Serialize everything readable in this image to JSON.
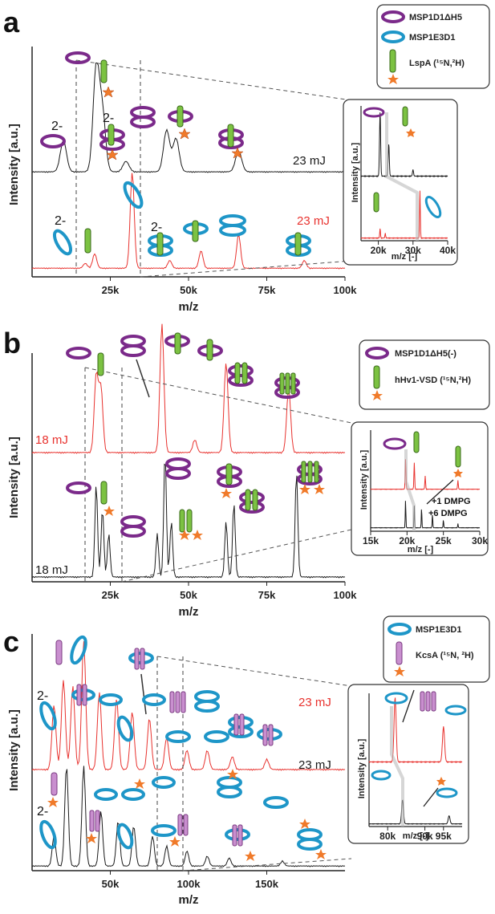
{
  "panels": [
    {
      "letter": "a",
      "xlabel": "m/z",
      "ylabel": "Intensity [a.u.]",
      "legend": [
        "MSP1D1ΔH5",
        "MSP1E3D1",
        "LspA (¹⁵N,²H)"
      ],
      "top_energy": "23 mJ",
      "bottom_energy": "23 mJ",
      "charge_labels": [
        "2-",
        "2-",
        "2-",
        "2-"
      ],
      "inset": {
        "ylabel": "Intensity [a.u.]",
        "xlabel": "m/z [-]"
      }
    },
    {
      "letter": "b",
      "xlabel": "m/z",
      "ylabel": "Intensity [a.u.]",
      "legend": [
        "MSP1D1ΔH5(-)",
        "hHv1-VSD (¹⁵N,²H)"
      ],
      "top_energy": "18 mJ",
      "bottom_energy": "18 mJ",
      "inset": {
        "ylabel": "Intensity [a.u.]",
        "xlabel": "m/z [-]",
        "annotations": [
          "+1 DMPG",
          "+6 DMPG"
        ]
      }
    },
    {
      "letter": "c",
      "xlabel": "m/z",
      "ylabel": "Intensity [a.u.]",
      "legend": [
        "MSP1E3D1",
        "KcsA (¹⁵N, ²H)"
      ],
      "top_energy": "23 mJ",
      "bottom_energy": "23 mJ",
      "charge_labels": [
        "2-",
        "2-"
      ],
      "inset": {
        "ylabel": "Intensity [a.u.]",
        "xlabel": "m/z [-]"
      }
    }
  ],
  "colors": {
    "red": "#e8322e",
    "black": "#1a1a1a",
    "purple": "#7b2a8a",
    "blue": "#1e96c8",
    "green": "#7cc242",
    "pink": "#c98fcf",
    "star": "#f07a2a"
  },
  "chart_data": [
    {
      "type": "line",
      "panel": "a",
      "xlim": [
        0,
        100000
      ],
      "x_ticks": [
        "25k",
        "50k",
        "75k",
        "100k"
      ],
      "x_tick_values": [
        25000,
        50000,
        75000,
        100000
      ],
      "xlabel": "m/z",
      "ylabel": "Intensity [a.u.]",
      "series": [
        {
          "name": "23 mJ",
          "color": "#1a1a1a",
          "peaks": [
            [
              10000,
              0.3
            ],
            [
              20500,
              1.0
            ],
            [
              22500,
              0.55
            ],
            [
              30000,
              0.1
            ],
            [
              43000,
              0.4
            ],
            [
              46000,
              0.32
            ],
            [
              66000,
              0.2
            ]
          ]
        },
        {
          "name": "23 mJ",
          "color": "#e8322e",
          "peaks": [
            [
              17000,
              0.05
            ],
            [
              20000,
              0.15
            ],
            [
              32000,
              1.0
            ],
            [
              44000,
              0.08
            ],
            [
              54000,
              0.18
            ],
            [
              66000,
              0.35
            ],
            [
              87000,
              0.08
            ]
          ]
        }
      ],
      "inset": {
        "xlim": [
          15000,
          40000
        ],
        "x_ticks": [
          "20k",
          "30k",
          "40k"
        ],
        "x_tick_values": [
          20000,
          30000,
          40000
        ],
        "series": [
          {
            "color": "#1a1a1a",
            "peaks": [
              [
                20500,
                1.0
              ],
              [
                23000,
                0.5
              ],
              [
                30000,
                0.1
              ]
            ]
          },
          {
            "color": "#e8322e",
            "peaks": [
              [
                20500,
                0.2
              ],
              [
                22000,
                0.1
              ],
              [
                32000,
                1.0
              ]
            ]
          }
        ]
      }
    },
    {
      "type": "line",
      "panel": "b",
      "xlim": [
        0,
        100000
      ],
      "x_ticks": [
        "25k",
        "50k",
        "75k",
        "100k"
      ],
      "x_tick_values": [
        25000,
        50000,
        75000,
        100000
      ],
      "xlabel": "m/z",
      "ylabel": "Intensity [a.u.]",
      "series": [
        {
          "name": "18 mJ",
          "color": "#e8322e",
          "peaks": [
            [
              20500,
              0.6
            ],
            [
              22000,
              0.5
            ],
            [
              41500,
              1.0
            ],
            [
              52000,
              0.1
            ],
            [
              62000,
              0.7
            ],
            [
              82000,
              0.5
            ]
          ]
        },
        {
          "name": "18 mJ",
          "color": "#1a1a1a",
          "peaks": [
            [
              20500,
              0.75
            ],
            [
              22500,
              0.55
            ],
            [
              24500,
              0.35
            ],
            [
              40000,
              0.35
            ],
            [
              42500,
              1.0
            ],
            [
              44500,
              0.45
            ],
            [
              62000,
              0.45
            ],
            [
              64500,
              0.6
            ],
            [
              84500,
              0.85
            ]
          ]
        }
      ],
      "inset": {
        "xlim": [
          15000,
          30000
        ],
        "x_ticks": [
          "15k",
          "20k",
          "25k",
          "30k"
        ],
        "x_tick_values": [
          15000,
          20000,
          25000,
          30000
        ],
        "series": [
          {
            "color": "#e8322e",
            "peaks": [
              [
                19800,
                0.7
              ],
              [
                21000,
                0.6
              ],
              [
                22500,
                0.3
              ],
              [
                27000,
                0.2
              ]
            ]
          },
          {
            "color": "#1a1a1a",
            "peaks": [
              [
                19800,
                0.7
              ],
              [
                21000,
                0.55
              ],
              [
                22000,
                0.5
              ],
              [
                23500,
                0.35
              ],
              [
                25000,
                0.2
              ],
              [
                27000,
                0.1
              ]
            ]
          }
        ]
      }
    },
    {
      "type": "line",
      "panel": "c",
      "xlim": [
        0,
        200000
      ],
      "x_ticks": [
        "50k",
        "100k",
        "150k"
      ],
      "x_tick_values": [
        50000,
        100000,
        150000
      ],
      "xlabel": "m/z",
      "ylabel": "Intensity [a.u.]",
      "series": [
        {
          "name": "23 mJ",
          "color": "#e8322e",
          "peaks": [
            [
              14000,
              0.5
            ],
            [
              20000,
              0.7
            ],
            [
              26000,
              0.65
            ],
            [
              33000,
              1.0
            ],
            [
              43000,
              0.6
            ],
            [
              54000,
              0.55
            ],
            [
              64000,
              0.45
            ],
            [
              75000,
              0.4
            ],
            [
              86000,
              0.25
            ],
            [
              99000,
              0.15
            ],
            [
              112000,
              0.15
            ],
            [
              128000,
              0.1
            ],
            [
              150000,
              0.08
            ]
          ]
        },
        {
          "name": "23 mJ",
          "color": "#1a1a1a",
          "peaks": [
            [
              14000,
              0.3
            ],
            [
              22000,
              1.0
            ],
            [
              33000,
              1.0
            ],
            [
              44000,
              0.55
            ],
            [
              55000,
              0.45
            ],
            [
              65000,
              0.4
            ],
            [
              77000,
              0.3
            ],
            [
              86000,
              0.2
            ],
            [
              99000,
              0.15
            ],
            [
              112000,
              0.1
            ],
            [
              126000,
              0.08
            ],
            [
              160000,
              0.05
            ]
          ]
        }
      ],
      "inset": {
        "xlim": [
          75000,
          100000
        ],
        "x_ticks": [
          "80k",
          "90k",
          "95k"
        ],
        "x_tick_values": [
          80000,
          90000,
          95000
        ],
        "series": [
          {
            "color": "#e8322e",
            "peaks": [
              [
                82000,
                1.0
              ],
              [
                95000,
                0.55
              ]
            ]
          },
          {
            "color": "#1a1a1a",
            "peaks": [
              [
                84000,
                0.6
              ],
              [
                96500,
                0.2
              ]
            ]
          }
        ]
      }
    }
  ]
}
